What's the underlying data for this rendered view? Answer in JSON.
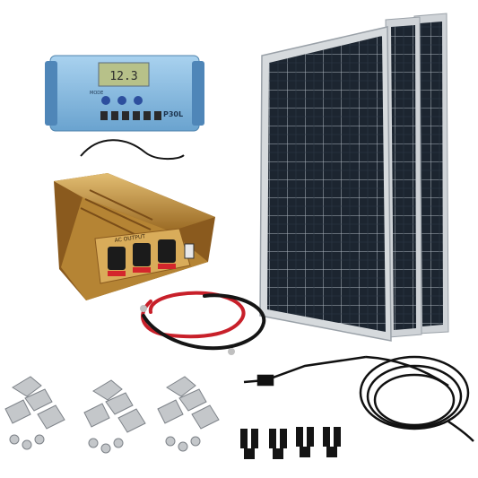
{
  "product": {
    "controller": {
      "display_value": "12.3",
      "mode_label": "MODE",
      "model_label": "P30L"
    },
    "inverter": {
      "outlet_label": "AC OUTPUT",
      "outlet_count": 3
    },
    "panels": {
      "count": 3
    },
    "hardware": {
      "bracket_sets": 3,
      "branch_connectors": 4
    }
  },
  "colors": {
    "controller_blue": "#7fb6dc",
    "inverter_gold": "#c6963e",
    "panel_cell": "#1c2530",
    "cable_red": "#c8202a",
    "cable_black": "#151515"
  }
}
